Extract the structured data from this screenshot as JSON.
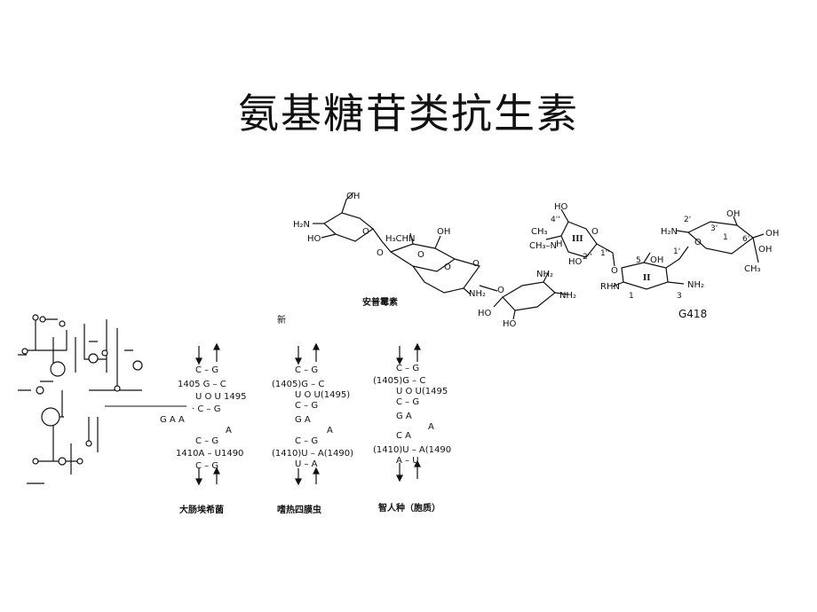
{
  "title": "氨基糖苷类抗生素",
  "apramycin": {
    "caption": "安普霉素",
    "labels": [
      "OH",
      "H₂N",
      "HO",
      "O",
      "H₃CHN",
      "OH",
      "O",
      "O",
      "O",
      "NH₂",
      "NH₂",
      "NH₂",
      "HO",
      "HO",
      "O",
      "O"
    ]
  },
  "g418": {
    "caption": "G418",
    "labels": [
      "HO",
      "4''",
      "CH₃",
      "CH₃–N",
      "H",
      "III",
      "HO",
      "2''",
      "O",
      "1''",
      "O",
      "5",
      "OH",
      "II",
      "RHN",
      "1",
      "3",
      "NH₂",
      "H₂N",
      "2'",
      "OH",
      "3'",
      "O",
      "1'",
      "1",
      "6'",
      "OH",
      "OH",
      "CH₃"
    ]
  },
  "fragment": "新",
  "panels": [
    {
      "caption": "大肠埃希菌",
      "rows": [
        "C – G",
        "1405 G – C",
        "U O U 1495",
        "· C – G",
        "G    A    A",
        "A",
        "C – G",
        "1410A – U1490",
        "C – G"
      ]
    },
    {
      "caption": "嗜热四膜虫",
      "rows": [
        "C – G",
        "(1405)G – C",
        "U O U(1495)",
        "C – G",
        "G    A",
        "A",
        "C – G",
        "(1410)U – A(1490)",
        "U – A"
      ]
    },
    {
      "caption": "智人种（胞质）",
      "rows": [
        "C – G",
        "(1405)G – C",
        "U O U(1495",
        "C – G",
        "G    A",
        "A",
        "C    A",
        "(1410)U – A(1490",
        "A – U"
      ]
    }
  ]
}
